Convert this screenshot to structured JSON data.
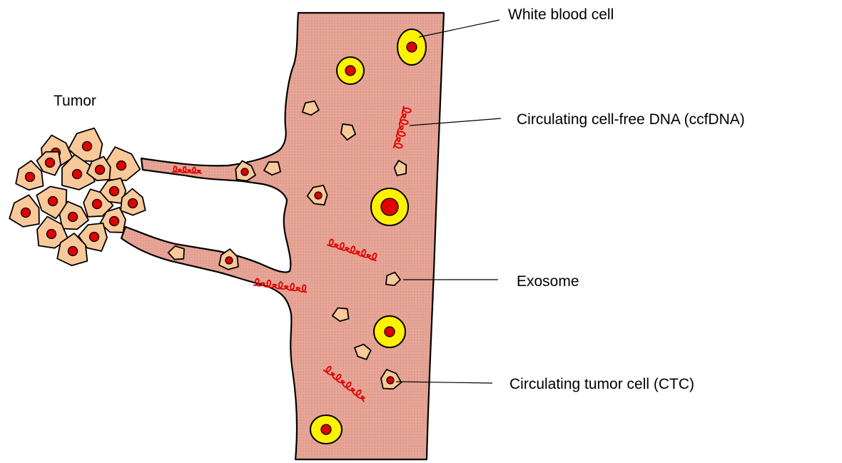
{
  "labels": {
    "tumor": "Tumor",
    "white_blood_cell": "White blood cell",
    "ccfdna": "Circulating cell-free DNA (ccfDNA)",
    "exosome": "Exosome",
    "ctc": "Circulating tumor cell (CTC)"
  },
  "colors": {
    "vessel": "#E6A596",
    "tumor_cell": "#F9C99A",
    "nucleus": "#E00000",
    "wbc": "#FFF200",
    "dna": "#E00000",
    "outline": "#000000"
  }
}
